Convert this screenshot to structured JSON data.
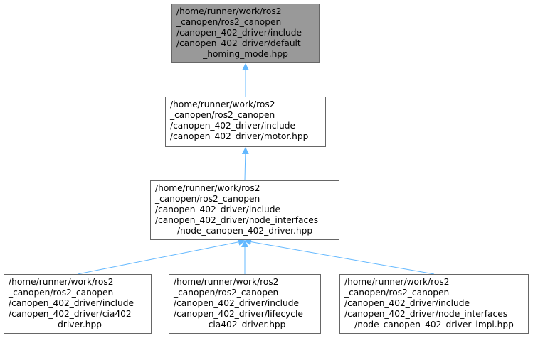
{
  "graph": {
    "nodes": [
      {
        "id": "default_homing_mode",
        "lines": [
          "/home/runner/work/ros2",
          "_canopen/ros2_canopen",
          "/canopen_402_driver/include",
          "/canopen_402_driver/default",
          "_homing_mode.hpp"
        ],
        "current": true
      },
      {
        "id": "motor",
        "lines": [
          "/home/runner/work/ros2",
          "_canopen/ros2_canopen",
          "/canopen_402_driver/include",
          "/canopen_402_driver/motor.hpp"
        ]
      },
      {
        "id": "node_canopen_402_driver",
        "lines": [
          "/home/runner/work/ros2",
          "_canopen/ros2_canopen",
          "/canopen_402_driver/include",
          "/canopen_402_driver/node_interfaces",
          "/node_canopen_402_driver.hpp"
        ]
      },
      {
        "id": "cia402_driver",
        "lines": [
          "/home/runner/work/ros2",
          "_canopen/ros2_canopen",
          "/canopen_402_driver/include",
          "/canopen_402_driver/cia402",
          "_driver.hpp"
        ]
      },
      {
        "id": "lifecycle_cia402_driver",
        "lines": [
          "/home/runner/work/ros2",
          "_canopen/ros2_canopen",
          "/canopen_402_driver/include",
          "/canopen_402_driver/lifecycle",
          "_cia402_driver.hpp"
        ]
      },
      {
        "id": "node_canopen_402_driver_impl",
        "lines": [
          "/home/runner/work/ros2",
          "_canopen/ros2_canopen",
          "/canopen_402_driver/include",
          "/canopen_402_driver/node_interfaces",
          "/node_canopen_402_driver_impl.hpp"
        ]
      }
    ],
    "edges": [
      {
        "from": "motor",
        "to": "default_homing_mode"
      },
      {
        "from": "node_canopen_402_driver",
        "to": "motor"
      },
      {
        "from": "cia402_driver",
        "to": "node_canopen_402_driver"
      },
      {
        "from": "lifecycle_cia402_driver",
        "to": "node_canopen_402_driver"
      },
      {
        "from": "node_canopen_402_driver_impl",
        "to": "node_canopen_402_driver"
      }
    ],
    "colors": {
      "edge": "#63b8ff",
      "node_border": "#666666",
      "current_fill": "#999999",
      "node_fill": "#ffffff"
    }
  }
}
